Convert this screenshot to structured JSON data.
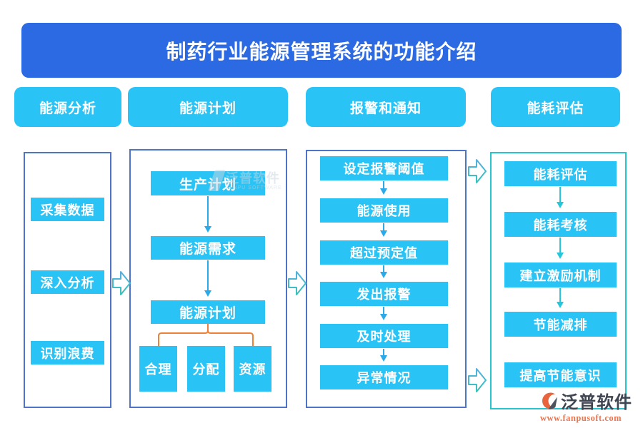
{
  "title": "制药行业能源管理系统的功能介绍",
  "headers": [
    "能源分析",
    "能源计划",
    "报警和通知",
    "能耗评估"
  ],
  "col1": {
    "items": [
      "采集数据",
      "深入分析",
      "识别浪费"
    ]
  },
  "col2": {
    "flow": [
      "生产计划",
      "能源需求",
      "能源计划"
    ],
    "branches": [
      "合理",
      "分配",
      "资源"
    ]
  },
  "col3": {
    "flow": [
      "设定报警阈值",
      "能源使用",
      "超过预定值",
      "发出报警",
      "及时处理",
      "异常情况"
    ]
  },
  "col4": {
    "flow": [
      "能耗评估",
      "能耗考核",
      "建立激励机制",
      "节能减排",
      "提高节能意识"
    ]
  },
  "watermark": {
    "brand": "泛普软件",
    "sub": "FANPU SOFTWARE"
  },
  "logo": {
    "brand": "泛普软件",
    "url": "www.fanpusoft.com"
  },
  "colors": {
    "banner": "#2c6ae4",
    "node": "#29c3f5",
    "panel_border": "#4e74c8",
    "panel4_border": "#27c6cf",
    "flow_arrow_blue": "#2ba9e9",
    "flow_arrow_teal": "#25c5da",
    "column_arrow_stroke": "#3cc2bf",
    "branch_bracket": "#ee8038",
    "logo_text": "#3f4551",
    "logo_accent": "#e8734f"
  }
}
